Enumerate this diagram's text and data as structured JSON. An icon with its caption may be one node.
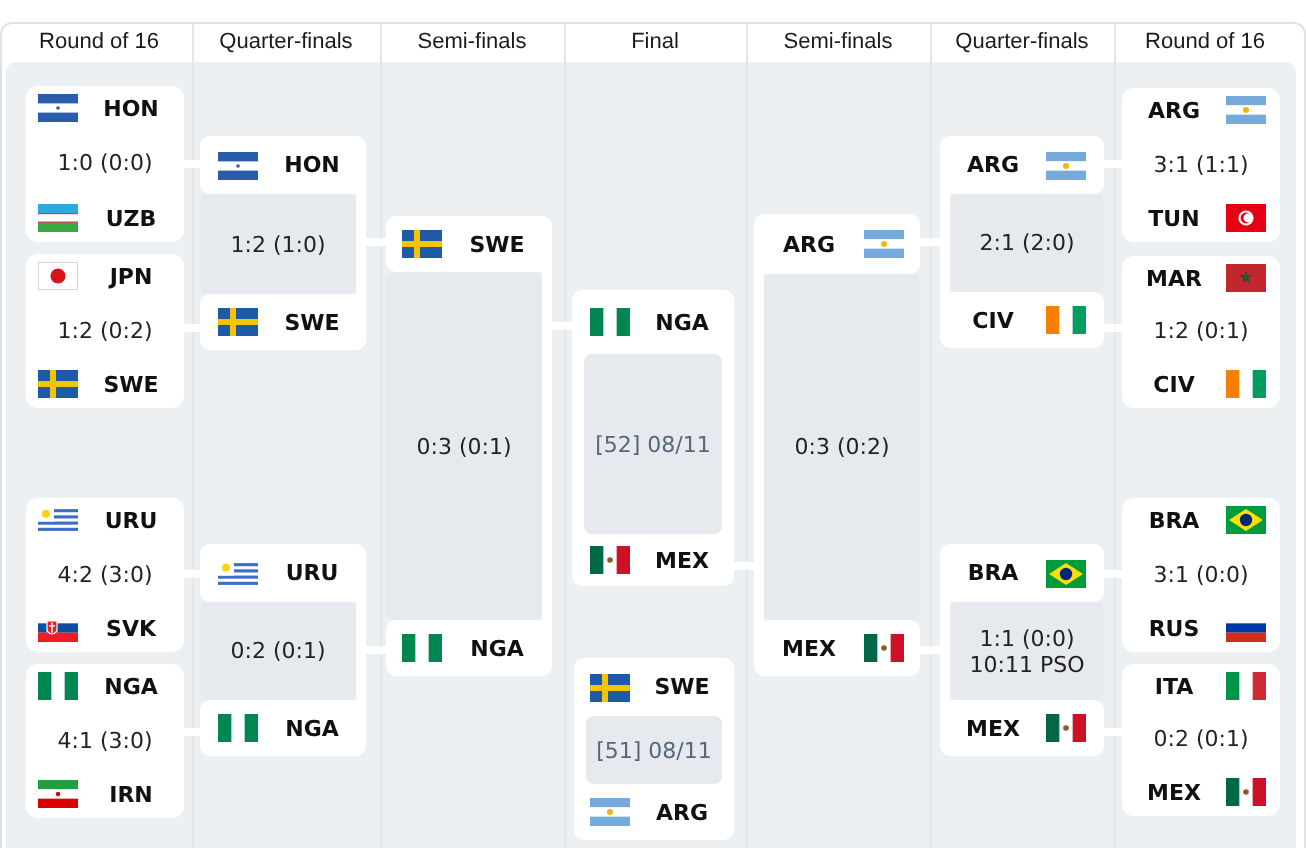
{
  "diagram": {
    "nodes": [
      {
        "text": [
          "HON",
          "1:0 (0:0)",
          "UZB"
        ]
      },
      {
        "text": [
          "JPN",
          "1:2 (0:2)",
          "SWE"
        ]
      },
      {
        "text": [
          "URU",
          "4:2 (3:0)",
          "SVK"
        ]
      },
      {
        "text": [
          "NGA",
          "4:1 (3:0)",
          "IRN"
        ]
      },
      {
        "text": [
          "HON",
          "1:2 (1:0)",
          "SWE"
        ]
      },
      {
        "text": [
          "URU",
          "0:2 (0:1)",
          "NGA"
        ]
      },
      {
        "text": [
          "SWE",
          "0:3 (0:1)",
          "NGA"
        ]
      },
      {
        "text": [
          "NGA",
          "[52] 08/11",
          "MEX"
        ]
      },
      {
        "text": [
          "SWE",
          "[51] 08/11",
          "ARG"
        ]
      },
      {
        "text": [
          "ARG",
          "0:3 (0:2)",
          "MEX"
        ]
      },
      {
        "text": [
          "ARG",
          "2:1 (2:0)",
          "CIV"
        ]
      },
      {
        "text": [
          "BRA",
          "1:1 (0:0) 10:11 PSO",
          "MEX"
        ]
      },
      {
        "text": [
          "ARG",
          "3:1 (1:1)",
          "TUN"
        ]
      },
      {
        "text": [
          "MAR",
          "1:2 (0:1)",
          "CIV"
        ]
      },
      {
        "text": [
          "BRA",
          "3:1 (0:0)",
          "RUS"
        ]
      },
      {
        "text": [
          "ITA",
          "0:2 (0:1)",
          "MEX"
        ]
      }
    ],
    "edges": [
      {
        "from": 0,
        "to": 4,
        "arrow": "none"
      },
      {
        "from": 1,
        "to": 4,
        "arrow": "none"
      },
      {
        "from": 2,
        "to": 5,
        "arrow": "none"
      },
      {
        "from": 3,
        "to": 5,
        "arrow": "none"
      },
      {
        "from": 4,
        "to": 6,
        "arrow": "none"
      },
      {
        "from": 5,
        "to": 6,
        "arrow": "none"
      },
      {
        "from": 6,
        "to": 7,
        "arrow": "none"
      },
      {
        "from": 9,
        "to": 7,
        "arrow": "none"
      },
      {
        "from": 10,
        "to": 9,
        "arrow": "none"
      },
      {
        "from": 11,
        "to": 9,
        "arrow": "none"
      },
      {
        "from": 12,
        "to": 10,
        "arrow": "none"
      },
      {
        "from": 13,
        "to": 10,
        "arrow": "none"
      },
      {
        "from": 14,
        "to": 11,
        "arrow": "none"
      },
      {
        "from": 15,
        "to": 11,
        "arrow": "none"
      }
    ],
    "labels": [
      "Round of 16",
      "Quarter-finals",
      "Semi-finals",
      "Final",
      "Semi-finals",
      "Quarter-finals",
      "Round of 16"
    ]
  }
}
